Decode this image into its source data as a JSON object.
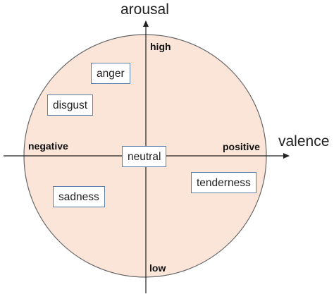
{
  "axes": {
    "vertical_label": "arousal",
    "horizontal_label": "valence",
    "high_label": "high",
    "low_label": "low",
    "negative_label": "negative",
    "positive_label": "positive"
  },
  "emotions": {
    "anger": "anger",
    "disgust": "disgust",
    "neutral": "neutral",
    "tenderness": "tenderness",
    "sadness": "sadness"
  },
  "colors": {
    "circle_fill": "#fbe5d9",
    "circle_stroke": "#666666",
    "axis_stroke": "#222222",
    "box_border": "#5b7fa8"
  }
}
